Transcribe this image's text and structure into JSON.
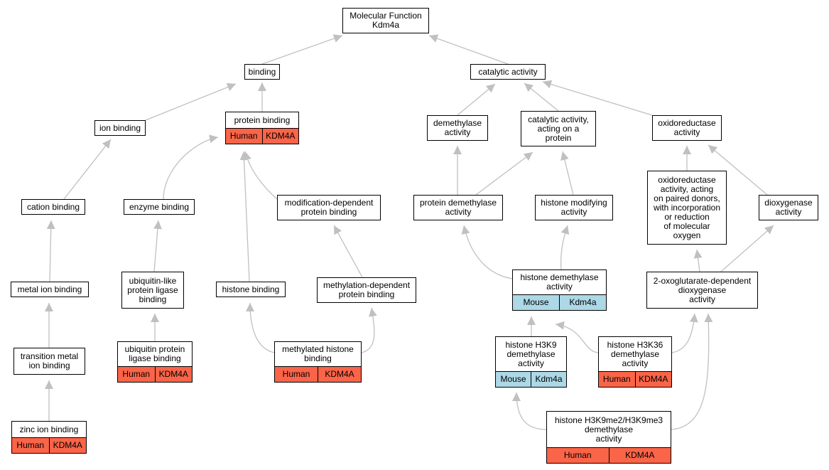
{
  "nodes": [
    {
      "id": "mf",
      "lines": [
        "Molecular Function",
        "Kdm4a"
      ]
    },
    {
      "id": "binding",
      "lines": [
        "binding"
      ]
    },
    {
      "id": "catalytic",
      "lines": [
        "catalytic activity"
      ]
    },
    {
      "id": "ion",
      "lines": [
        "ion binding"
      ]
    },
    {
      "id": "protein",
      "lines": [
        "protein binding"
      ],
      "tags": [
        "Human",
        "KDM4A"
      ],
      "species": "human"
    },
    {
      "id": "demethylase",
      "lines": [
        "demethylase",
        "activity"
      ]
    },
    {
      "id": "catprot",
      "lines": [
        "catalytic activity,",
        "acting on a",
        "protein"
      ]
    },
    {
      "id": "oxido",
      "lines": [
        "oxidoreductase",
        "activity"
      ]
    },
    {
      "id": "cation",
      "lines": [
        "cation binding"
      ]
    },
    {
      "id": "enzyme",
      "lines": [
        "enzyme binding"
      ]
    },
    {
      "id": "moddep",
      "lines": [
        "modification-dependent",
        "protein binding"
      ]
    },
    {
      "id": "protdemeth",
      "lines": [
        "protein demethylase",
        "activity"
      ]
    },
    {
      "id": "histmod",
      "lines": [
        "histone modifying",
        "activity"
      ]
    },
    {
      "id": "oxidopaired",
      "lines": [
        "oxidoreductase",
        "activity, acting",
        "on paired donors,",
        "with incorporation",
        "or reduction",
        "of molecular",
        "oxygen"
      ]
    },
    {
      "id": "dioxy",
      "lines": [
        "dioxygenase",
        "activity"
      ]
    },
    {
      "id": "metal",
      "lines": [
        "metal ion binding"
      ]
    },
    {
      "id": "ubllig",
      "lines": [
        "ubiquitin-like",
        "protein ligase",
        "binding"
      ]
    },
    {
      "id": "histone",
      "lines": [
        "histone binding"
      ]
    },
    {
      "id": "methdep",
      "lines": [
        "methylation-dependent",
        "protein binding"
      ]
    },
    {
      "id": "histdemeth",
      "lines": [
        "histone demethylase",
        "activity"
      ],
      "tags": [
        "Mouse",
        "Kdm4a"
      ],
      "species": "mouse"
    },
    {
      "id": "oxoglut",
      "lines": [
        "2-oxoglutarate-dependent",
        "dioxygenase",
        "activity"
      ]
    },
    {
      "id": "transition",
      "lines": [
        "transition metal",
        "ion binding"
      ]
    },
    {
      "id": "ubilig",
      "lines": [
        "ubiquitin protein",
        "ligase binding"
      ],
      "tags": [
        "Human",
        "KDM4A"
      ],
      "species": "human"
    },
    {
      "id": "methhist",
      "lines": [
        "methylated histone",
        "binding"
      ],
      "tags": [
        "Human",
        "KDM4A"
      ],
      "species": "human"
    },
    {
      "id": "h3k9",
      "lines": [
        "histone H3K9",
        "demethylase",
        "activity"
      ],
      "tags": [
        "Mouse",
        "Kdm4a"
      ],
      "species": "mouse"
    },
    {
      "id": "h3k36",
      "lines": [
        "histone H3K36",
        "demethylase",
        "activity"
      ],
      "tags": [
        "Human",
        "KDM4A"
      ],
      "species": "human"
    },
    {
      "id": "zinc",
      "lines": [
        "zinc ion binding"
      ],
      "tags": [
        "Human",
        "KDM4A"
      ],
      "species": "human"
    },
    {
      "id": "h3k9me",
      "lines": [
        "histone H3K9me2/H3K9me3",
        "demethylase",
        "activity"
      ],
      "tags": [
        "Human",
        "KDM4A"
      ],
      "species": "human"
    }
  ],
  "edges": [
    [
      "binding",
      "mf"
    ],
    [
      "catalytic",
      "mf"
    ],
    [
      "ion",
      "binding"
    ],
    [
      "protein",
      "binding"
    ],
    [
      "demethylase",
      "catalytic"
    ],
    [
      "catprot",
      "catalytic"
    ],
    [
      "oxido",
      "catalytic"
    ],
    [
      "cation",
      "ion"
    ],
    [
      "enzyme",
      "protein"
    ],
    [
      "moddep",
      "protein"
    ],
    [
      "histone",
      "protein"
    ],
    [
      "protdemeth",
      "demethylase"
    ],
    [
      "protdemeth",
      "catprot"
    ],
    [
      "histmod",
      "catprot"
    ],
    [
      "oxidopaired",
      "oxido"
    ],
    [
      "dioxy",
      "oxido"
    ],
    [
      "metal",
      "cation"
    ],
    [
      "ubllig",
      "enzyme"
    ],
    [
      "methdep",
      "moddep"
    ],
    [
      "histdemeth",
      "protdemeth"
    ],
    [
      "histdemeth",
      "histmod"
    ],
    [
      "oxoglut",
      "oxidopaired"
    ],
    [
      "oxoglut",
      "dioxy"
    ],
    [
      "transition",
      "metal"
    ],
    [
      "ubilig",
      "ubllig"
    ],
    [
      "methhist",
      "histone"
    ],
    [
      "methhist",
      "methdep"
    ],
    [
      "h3k9",
      "histdemeth"
    ],
    [
      "h3k36",
      "histdemeth"
    ],
    [
      "h3k36",
      "oxoglut"
    ],
    [
      "zinc",
      "transition"
    ],
    [
      "h3k9me",
      "h3k9"
    ],
    [
      "h3k9me",
      "oxoglut"
    ]
  ],
  "colors": {
    "human": "#fa6448",
    "mouse": "#add8e6",
    "edge": "#c0c0c0"
  }
}
